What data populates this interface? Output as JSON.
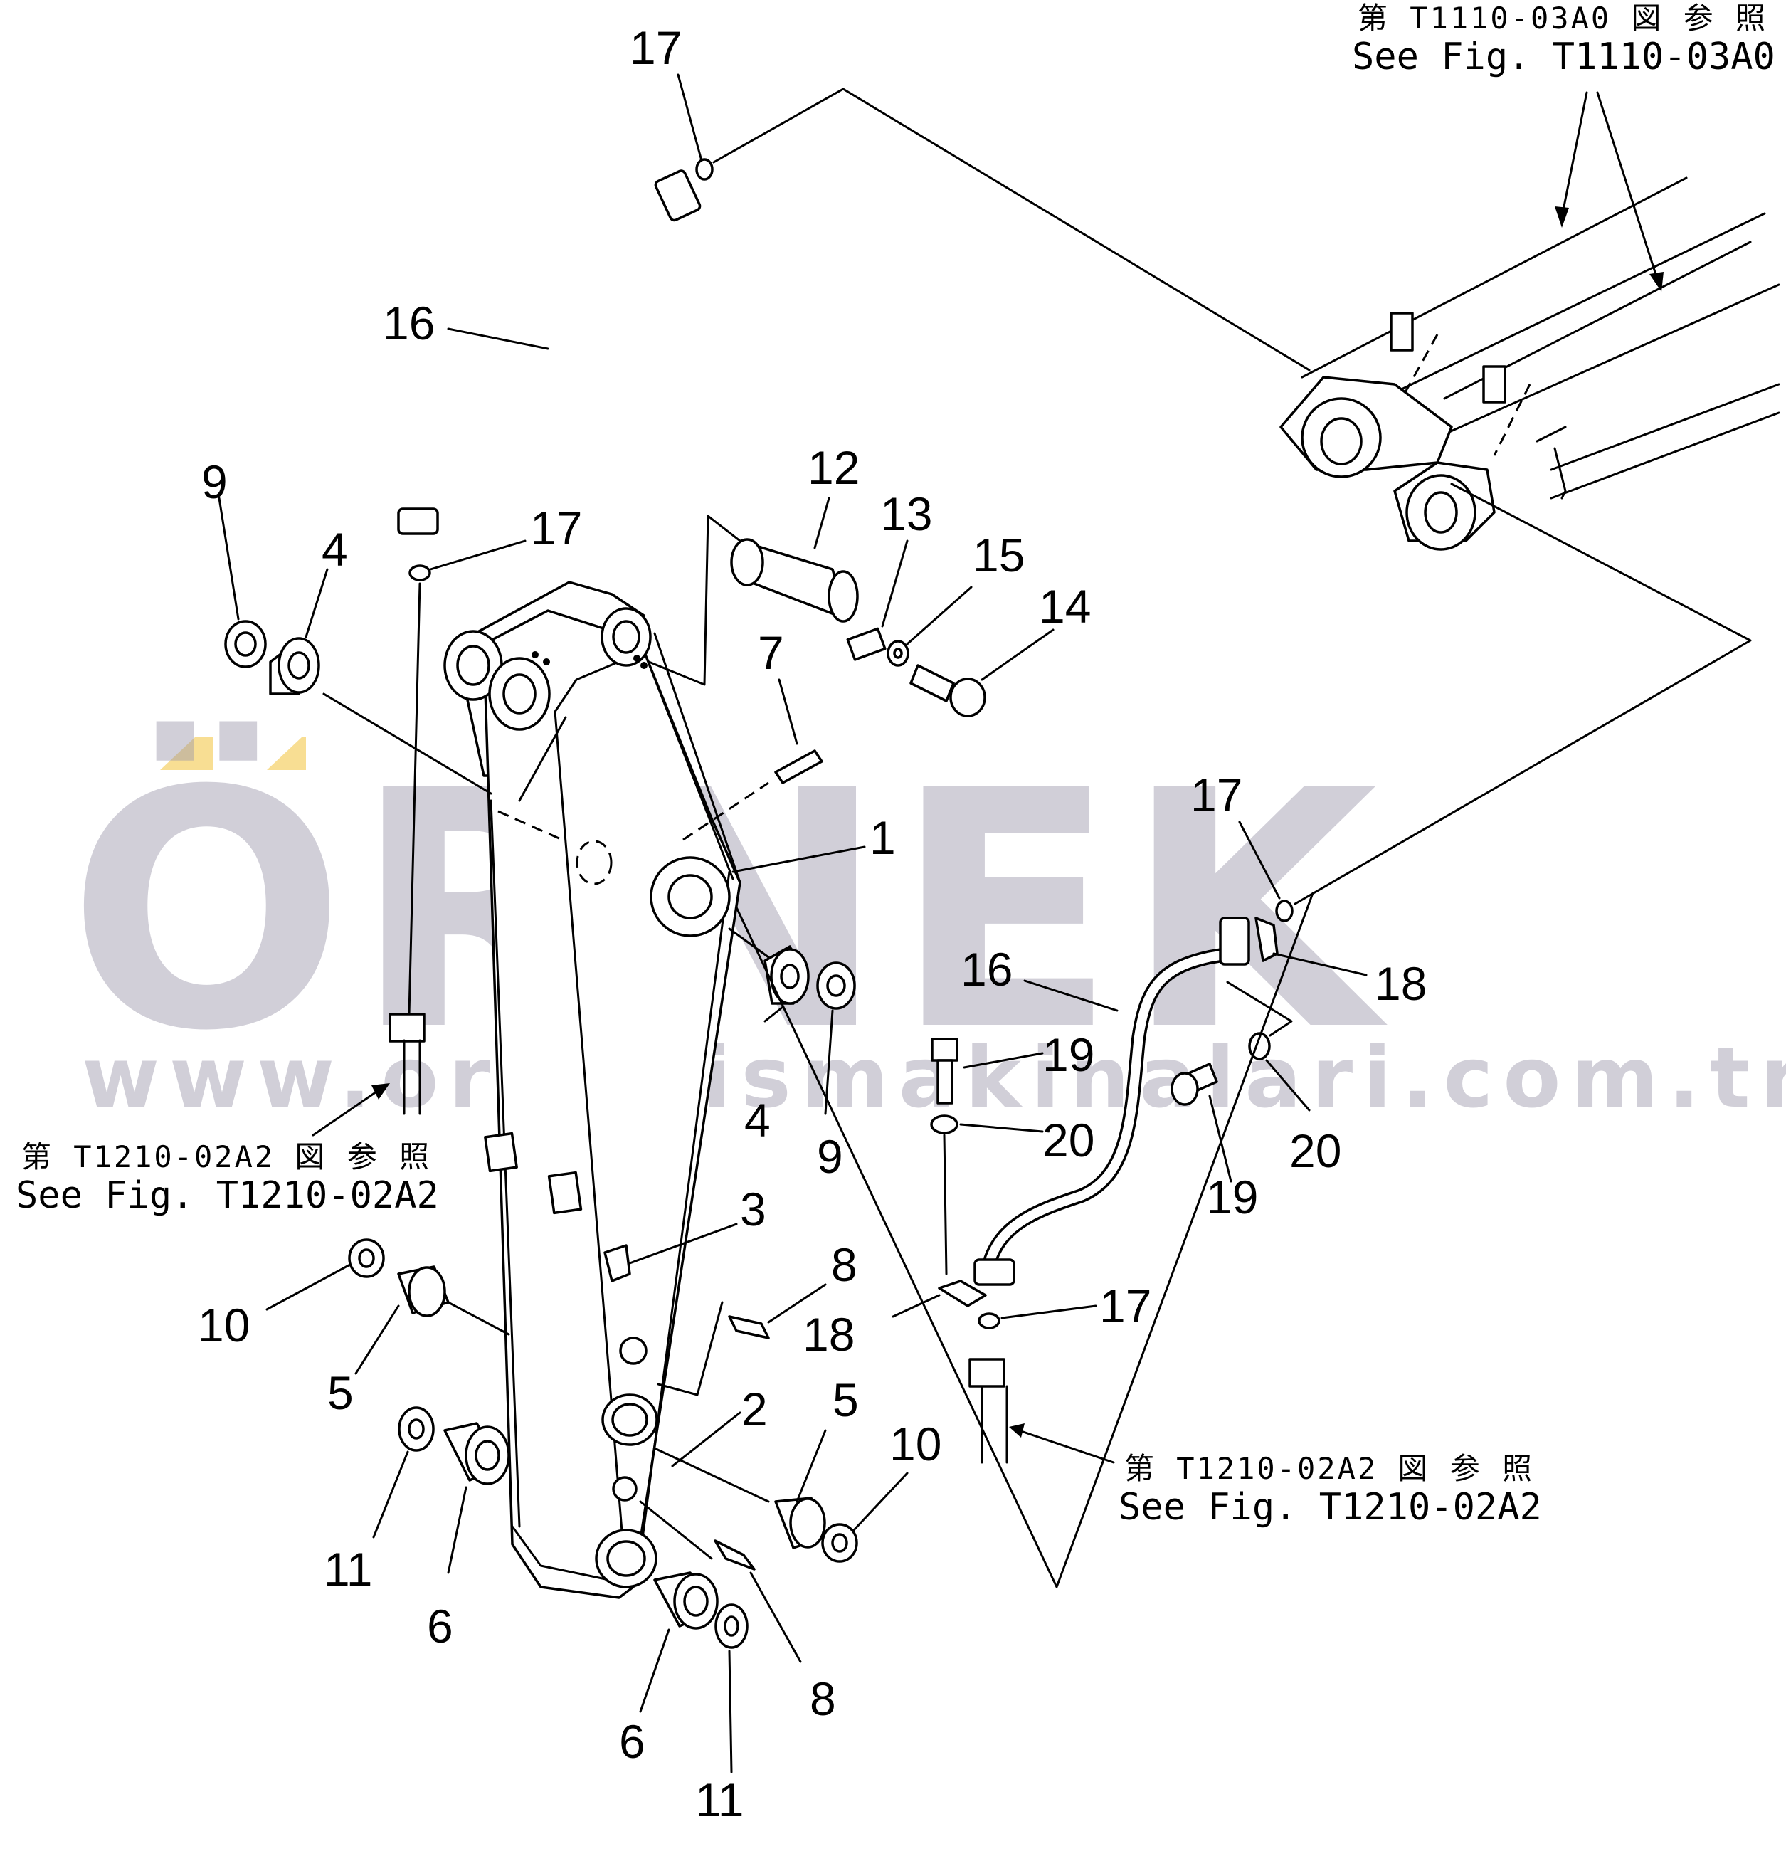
{
  "labels": {
    "l1": "1",
    "l2": "2",
    "l3": "3",
    "l4a": "4",
    "l4b": "4",
    "l5a": "5",
    "l5b": "5",
    "l6a": "6",
    "l6b": "6",
    "l7": "7",
    "l8a": "8",
    "l8b": "8",
    "l9a": "9",
    "l9b": "9",
    "l10a": "10",
    "l10b": "10",
    "l11a": "11",
    "l11b": "11",
    "l12": "12",
    "l13": "13",
    "l14": "14",
    "l15": "15",
    "l16a": "16",
    "l16b": "16",
    "l17a": "17",
    "l17b": "17",
    "l17c": "17",
    "l17d": "17",
    "l18a": "18",
    "l18b": "18",
    "l19a": "19",
    "l19b": "19",
    "l20a": "20",
    "l20b": "20"
  },
  "references": {
    "top_right_jp": "第 T1110-03A0 図 参 照",
    "top_right_en": "See Fig. T1110-03A0",
    "left_jp": "第 T1210-02A2 図 参 照",
    "left_en": "See Fig. T1210-02A2",
    "bottom_right_jp": "第 T1210-02A2 図 参 照",
    "bottom_right_en": "See Fig. T1210-02A2"
  },
  "watermark": {
    "brand": "ÖRNEK",
    "url": "www.ornekismakinalari.com.tr",
    "brand_color": "#9a96aa",
    "accent_color": "#f2c23a"
  }
}
